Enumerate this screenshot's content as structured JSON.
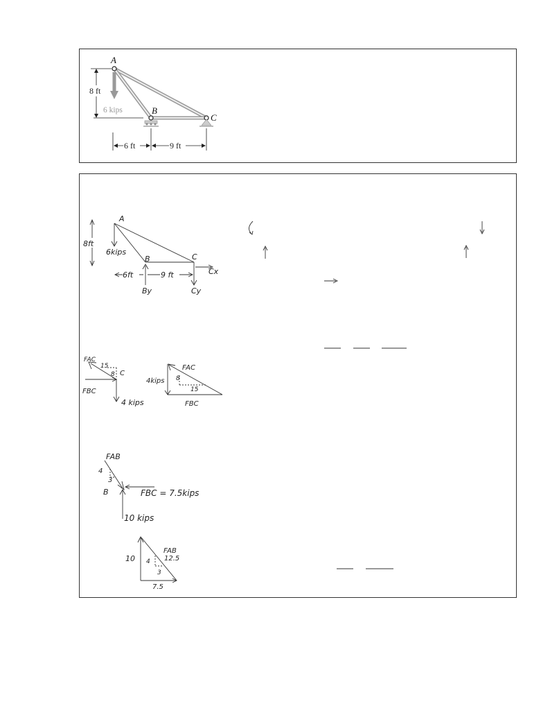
{
  "problem_figure": {
    "joints": {
      "a": "A",
      "b": "B",
      "c": "C"
    },
    "height_label": "8 ft",
    "load_label": "6 kips",
    "dim_left": "6 ft",
    "dim_right": "9 ft"
  },
  "fbd_truss": {
    "joint_a": "A",
    "joint_b": "B",
    "joint_c": "C",
    "height": "8ft",
    "load": "6kips",
    "dim_left": "6ft",
    "dim_right": "9 ft",
    "by": "By",
    "cy": "Cy",
    "cx": "Cx"
  },
  "joint_c_fbd": {
    "fac": "FAC",
    "slope_h": "15",
    "slope_v": "8",
    "joint": "C",
    "fbc": "FBC",
    "load": "4 kips"
  },
  "force_triangle_c": {
    "fac": "FAC",
    "vertical": "4kips",
    "slope_v": "8",
    "slope_h": "15",
    "fbc": "FBC"
  },
  "joint_b_fbd": {
    "fab": "FAB",
    "slope_v": "4",
    "slope_h": "3",
    "joint": "B",
    "fbc": "FBC = 7.5kips",
    "reaction": "10 kips"
  },
  "force_triangle_b": {
    "vertical": "10",
    "fab": "FAB",
    "fab_value": "12.5",
    "slope_v": "4",
    "slope_h": "3",
    "horizontal": "7.5"
  }
}
